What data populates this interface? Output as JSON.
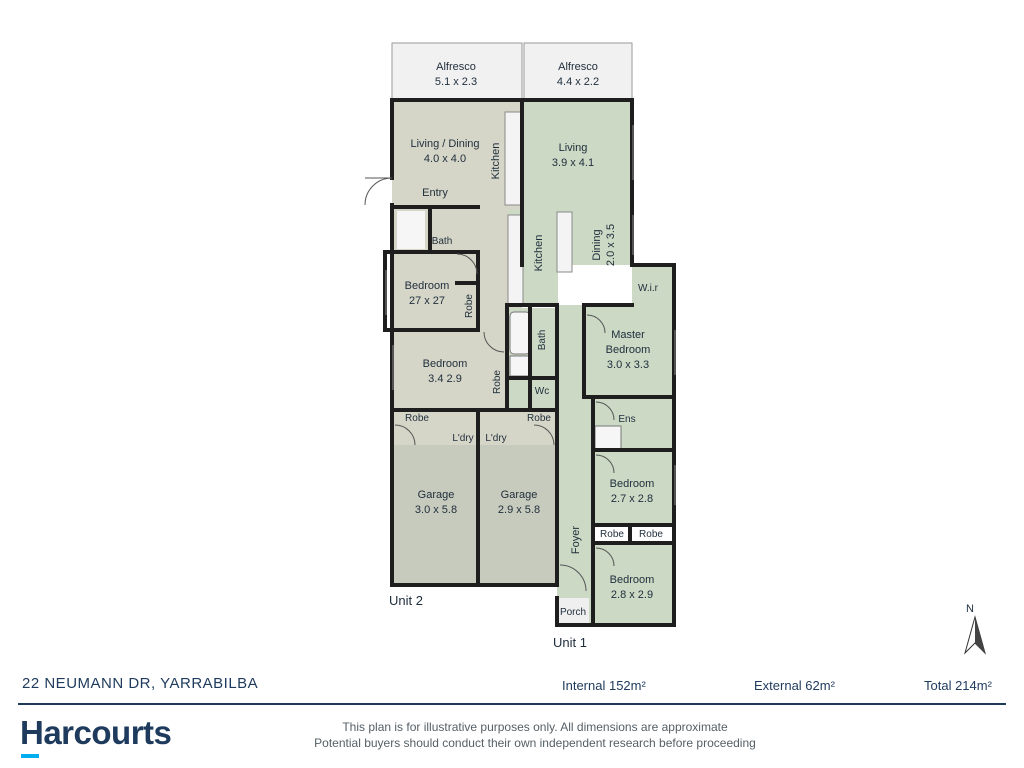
{
  "rooms": {
    "alfresco1": {
      "name": "Alfresco",
      "size": "5.1 x 2.3"
    },
    "alfresco2": {
      "name": "Alfresco",
      "size": "4.4 x 2.2"
    },
    "living_dining": {
      "name": "Living / Dining",
      "size": "4.0 x 4.0"
    },
    "kitchen_u2": "Kitchen",
    "entry": "Entry",
    "bath_u2": "Bath",
    "bedroom_a": {
      "name": "Bedroom",
      "size": "27 x 27"
    },
    "robe_a": "Robe",
    "bedroom_b": {
      "name": "Bedroom",
      "size": "3.4 2.9"
    },
    "robe_b": "Robe",
    "robe_c": "Robe",
    "robe_d": "Robe",
    "ldry_u2": "L'dry",
    "ldry_u1": "L'dry",
    "garage_u2": {
      "name": "Garage",
      "size": "3.0 x 5.8"
    },
    "garage_u1": {
      "name": "Garage",
      "size": "2.9 x 5.8"
    },
    "living_u1": {
      "name": "Living",
      "size": "3.9 x 4.1"
    },
    "kitchen_u1": "Kitchen",
    "dining_u1": {
      "name": "Dining",
      "size": "2.0 x 3.5"
    },
    "wir": "W.i.r",
    "master": {
      "name1": "Master",
      "name2": "Bedroom",
      "size": "3.0 x 3.3"
    },
    "bath_u1": "Bath",
    "wc": "Wc",
    "ens": "Ens",
    "bedroom_c": {
      "name": "Bedroom",
      "size": "2.7 x 2.8"
    },
    "robe_e": "Robe",
    "robe_f": "Robe",
    "bedroom_d": {
      "name": "Bedroom",
      "size": "2.8 x 2.9"
    },
    "foyer": "Foyer",
    "porch": "Porch"
  },
  "units": {
    "unit2": "Unit 2",
    "unit1": "Unit 1"
  },
  "compass": "N",
  "footer": {
    "address": "22 NEUMANN DR, YARRABILBA",
    "internal": "Internal 152m²",
    "external": "External 62m²",
    "total": "Total 214m²",
    "brand": "Harcourts",
    "disclaimer1": "This plan is for illustrative purposes only. All dimensions are approximate",
    "disclaimer2": "Potential buyers should conduct their own independent research before proceeding"
  },
  "colors": {
    "unit2_fill": "#d6d6c8",
    "unit1_fill": "#cbd9c5",
    "garage_fill": "#c7cbbd",
    "wall": "#1e1e1e",
    "brand": "#1e3a5c",
    "brand_accent": "#00adef"
  }
}
